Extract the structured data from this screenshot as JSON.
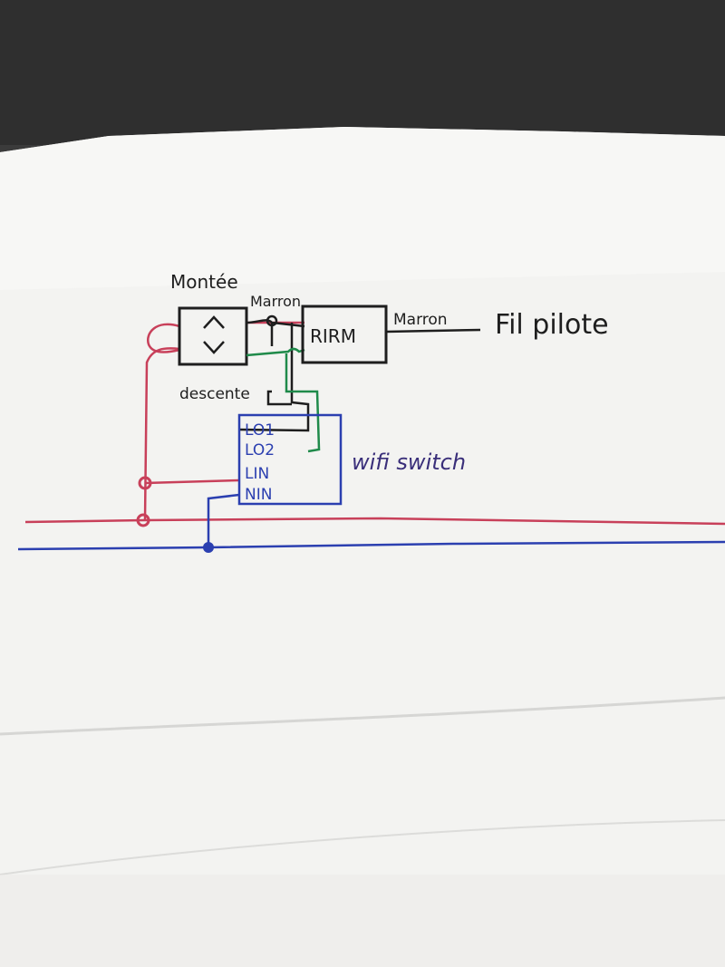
{
  "labels": {
    "montee": "Montée",
    "marron_top": "Marron",
    "descente": "descente",
    "rirm": "RIRM",
    "marron_right": "Marron",
    "fil_pilote": "Fil pilote",
    "wifi_switch": "wifi switch",
    "terminals": [
      "LO1",
      "LO2",
      "LIN",
      "NIN"
    ]
  },
  "colors": {
    "background": "#3a3a3a",
    "paper": "#f4f4f2",
    "ink_black": "#1e1e1e",
    "ink_red": "#c8405a",
    "ink_blue": "#2b3fb0",
    "ink_green": "#1f8a4a",
    "ink_purple": "#3a2f7a"
  },
  "icons": {
    "switch_symbol": "up-down-chevron-icon"
  }
}
